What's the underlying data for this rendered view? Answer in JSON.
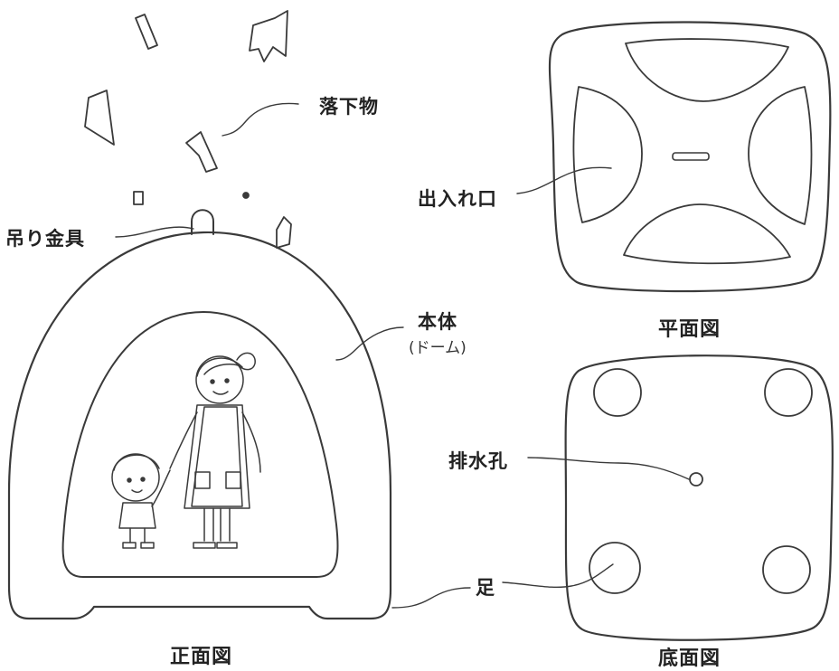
{
  "labels": {
    "falling_objects": "落下物",
    "hanging_fitting": "吊り金具",
    "body": "本体",
    "body_note": "(ドーム)",
    "opening": "出入れ口",
    "drain_hole": "排水孔",
    "legs": "足"
  },
  "captions": {
    "front_view": "正面図",
    "top_view": "平面図",
    "bottom_view": "底面図"
  },
  "colors": {
    "ink": "#3a3a3a",
    "paper": "#ffffff"
  }
}
